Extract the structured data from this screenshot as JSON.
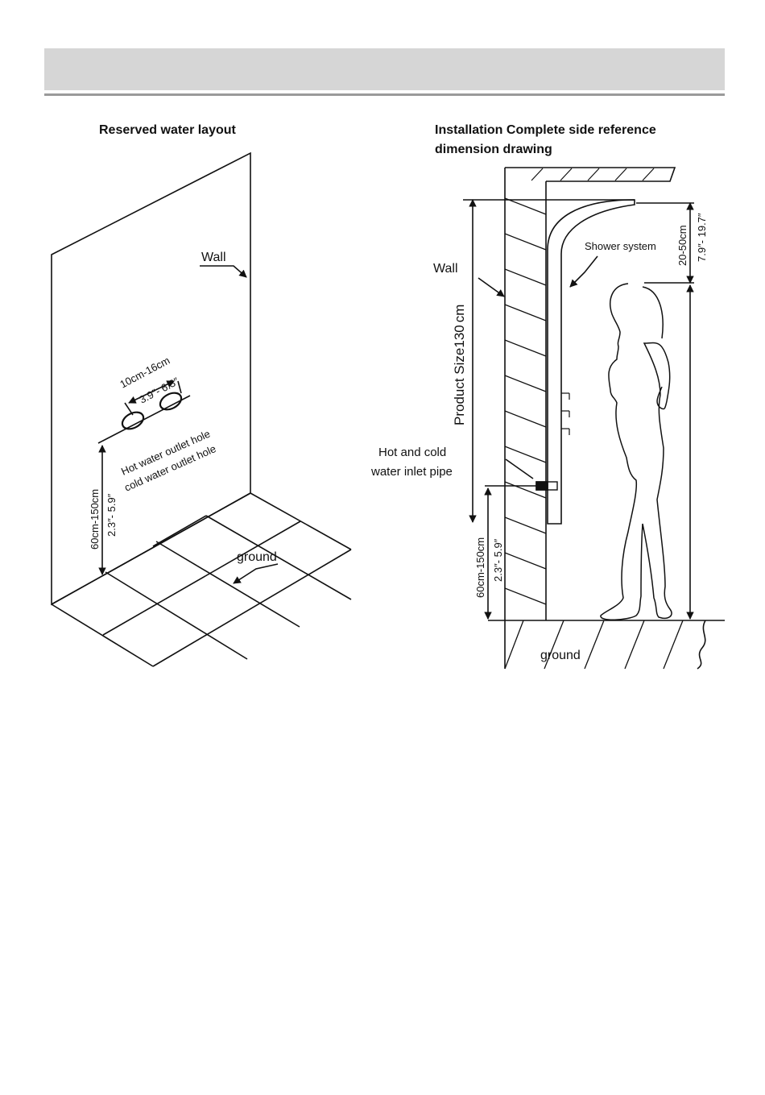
{
  "left_diagram": {
    "title": "Reserved water layout",
    "wall_label": "Wall",
    "spacing_cm": "10cm-16cm",
    "spacing_in": "3.9″- 6.3″",
    "hot_hole_label": "Hot water outlet hole",
    "cold_hole_label": "cold water outlet hole",
    "height_cm": "60cm-150cm",
    "height_in": "2.3″- 5.9″",
    "ground_label": "ground"
  },
  "right_diagram": {
    "title_line1": "Installation Complete side reference",
    "title_line2": "dimension drawing",
    "wall_label": "Wall",
    "shower_label": "Shower system",
    "product_size_prefix": "Product Size",
    "product_size_value": "130",
    "product_size_unit": "cm",
    "top_gap_cm": "20-50cm",
    "top_gap_in": "7.9″- 19.7″",
    "inlet_line1": "Hot and cold",
    "inlet_line2": "water inlet pipe",
    "height_cm": "60cm-150cm",
    "height_in": "2.3″- 5.9″",
    "ground_label": "ground"
  },
  "colors": {
    "header_bar": "#d6d6d6",
    "header_rule": "#9a9a9a",
    "ink": "#111111"
  }
}
